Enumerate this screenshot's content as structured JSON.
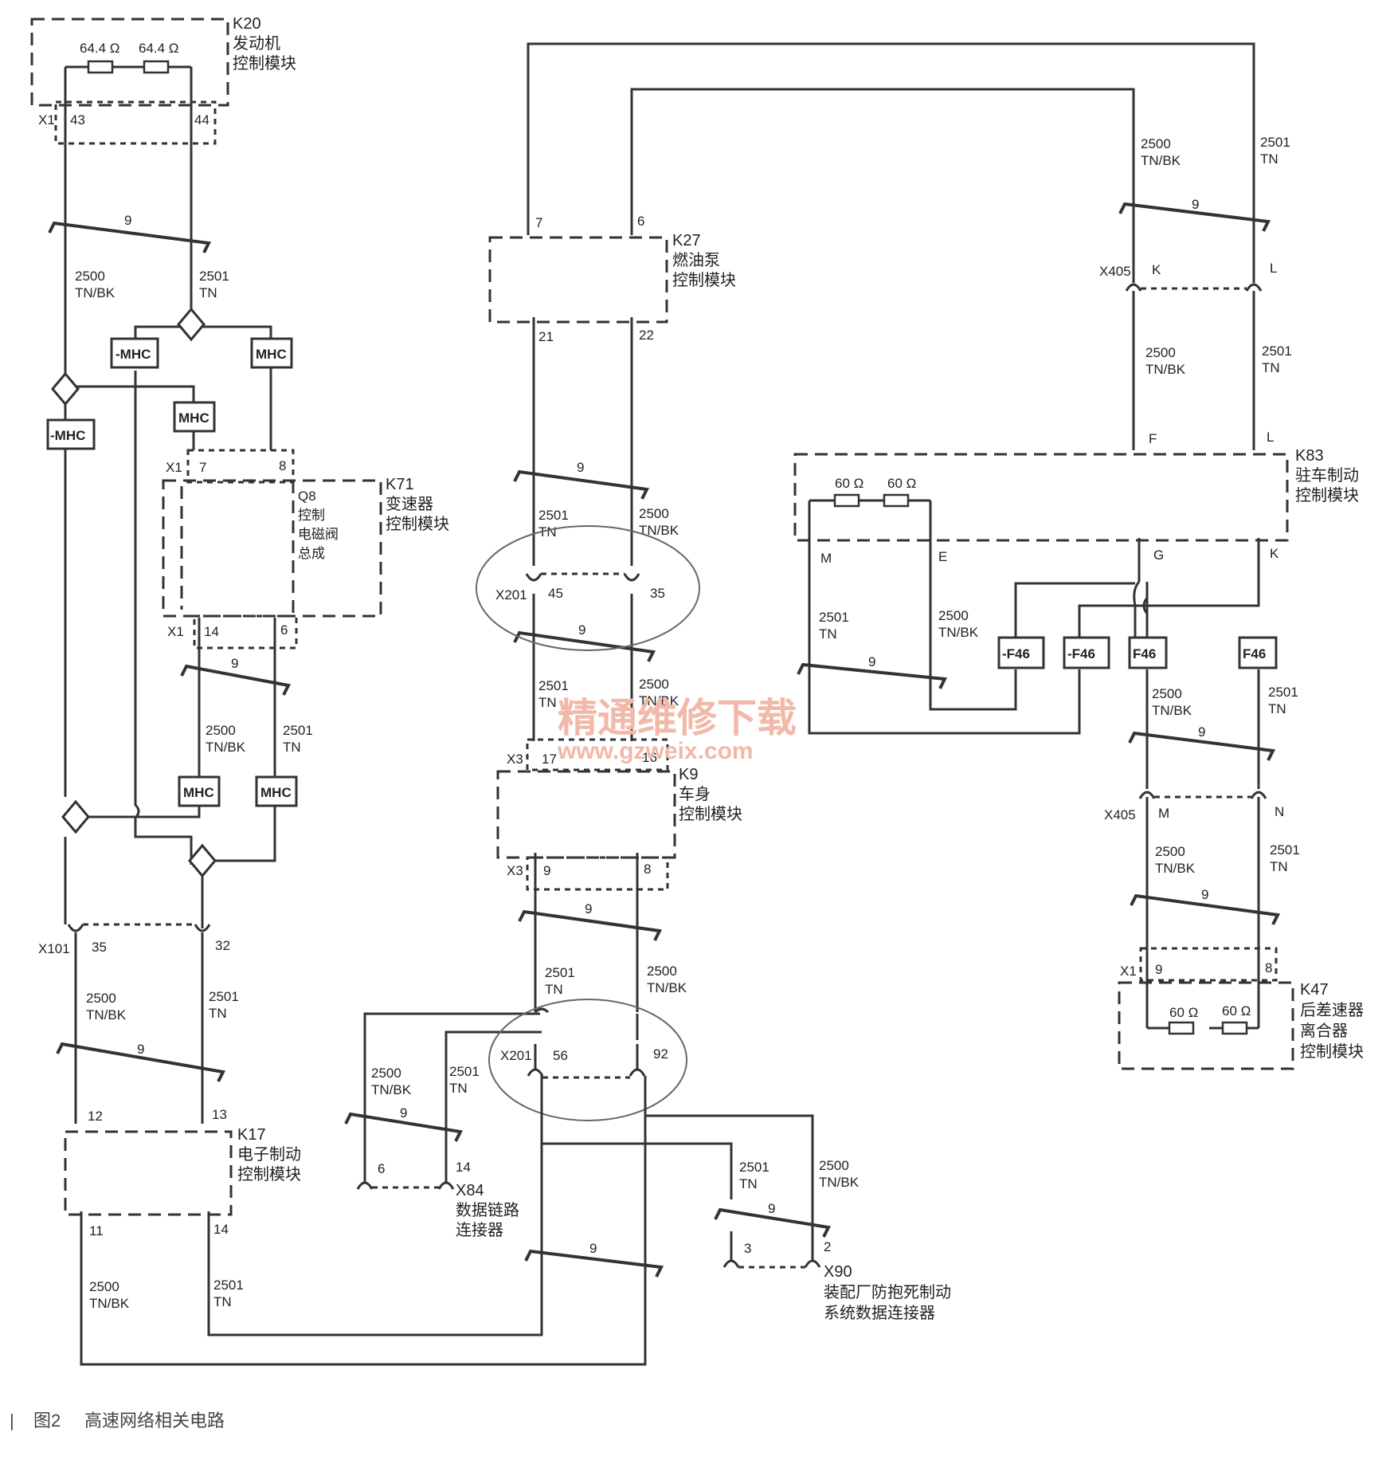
{
  "caption": {
    "bar": "|",
    "label": "图2",
    "title": "高速网络相关电路"
  },
  "watermark": {
    "cn": "精通维修下载",
    "url": "www.gzweix.com"
  },
  "modules": {
    "k20": {
      "id": "K20",
      "line1": "发动机",
      "line2": "控制模块",
      "res1": "64.4 Ω",
      "res2": "64.4 Ω",
      "x1": "X1",
      "p1": "43",
      "p2": "44"
    },
    "k71": {
      "id": "K71",
      "line1": "变速器",
      "line2": "控制模块",
      "q8": "Q8",
      "q8a": "控制",
      "q8b": "电磁阀",
      "q8c": "总成",
      "x1a": "X1",
      "pa1": "7",
      "pa2": "8",
      "x1b": "X1",
      "pb1": "14",
      "pb2": "6"
    },
    "k27": {
      "id": "K27",
      "line1": "燃油泵",
      "line2": "控制模块",
      "p1": "7",
      "p2": "6",
      "p3": "21",
      "p4": "22"
    },
    "k9": {
      "id": "K9",
      "line1": "车身",
      "line2": "控制模块",
      "x3a": "X3",
      "pa1": "17",
      "pa2": "16",
      "x3b": "X3",
      "pb1": "9",
      "pb2": "8"
    },
    "k17": {
      "id": "K17",
      "line1": "电子制动",
      "line2": "控制模块",
      "p1": "12",
      "p2": "13",
      "p3": "11",
      "p4": "14"
    },
    "k83": {
      "id": "K83",
      "line1": "驻车制动",
      "line2": "控制模块",
      "res1": "60 Ω",
      "res2": "60 Ω",
      "pF": "F",
      "pL": "L",
      "pM": "M",
      "pE": "E",
      "pG": "G",
      "pK": "K"
    },
    "k47": {
      "id": "K47",
      "line1": "后差速器",
      "line2": "离合器",
      "line3": "控制模块",
      "res1": "60 Ω",
      "res2": "60 Ω",
      "x1": "X1",
      "p1": "9",
      "p2": "8"
    }
  },
  "connectors": {
    "x201a": {
      "id": "X201",
      "p1": "45",
      "p2": "35"
    },
    "x201b": {
      "id": "X201",
      "p1": "56",
      "p2": "92"
    },
    "x101": {
      "id": "X101",
      "p1": "35",
      "p2": "32"
    },
    "x405a": {
      "id": "X405",
      "p1": "K",
      "p2": "L"
    },
    "x405b": {
      "id": "X405",
      "p1": "M",
      "p2": "N"
    },
    "x84": {
      "id": "X84",
      "p1": "6",
      "p2": "14",
      "line1": "数据链路",
      "line2": "连接器"
    },
    "x90": {
      "id": "X90",
      "p1": "3",
      "p2": "2",
      "line1": "装配厂防抱死制动",
      "line2": "系统数据连接器"
    }
  },
  "wires": {
    "hi_num": "2500",
    "hi_col": "TN/BK",
    "lo_num": "2501",
    "lo_col": "TN",
    "twist": "9"
  },
  "splices": {
    "mhc": "MHC",
    "nmhc": "-MHC",
    "f46": "F46",
    "nf46": "-F46"
  }
}
